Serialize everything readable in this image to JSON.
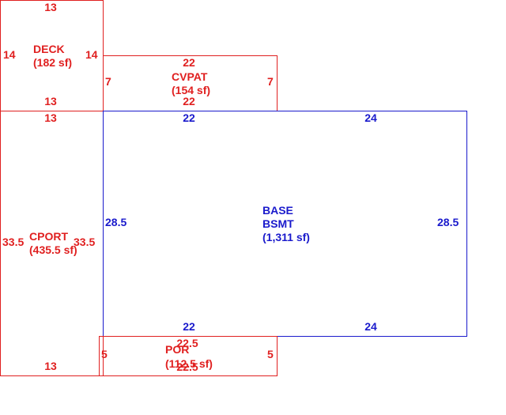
{
  "colors": {
    "red": "#e02020",
    "blue": "#1a1acc"
  },
  "areas": {
    "deck": {
      "name": "DECK",
      "area": "(182 sf)",
      "top": "13",
      "bottom": "13",
      "left": "14",
      "right": "14",
      "color": "red"
    },
    "cvpat": {
      "name": "CVPAT",
      "area": "(154 sf)",
      "top": "22",
      "bottom": "22",
      "left": "7",
      "right": "7",
      "color": "red"
    },
    "cport": {
      "name": "CPORT",
      "area": "(435.5 sf)",
      "top": "13",
      "bottom": "13",
      "left": "33.5",
      "right": "33.5",
      "color": "red"
    },
    "base": {
      "name1": "BASE",
      "name2": "BSMT",
      "area": "(1,311 sf)",
      "top_left": "22",
      "top_right": "24",
      "bottom_left": "22",
      "bottom_right": "24",
      "left": "28.5",
      "right": "28.5",
      "color": "blue"
    },
    "por": {
      "name": "POR",
      "area": "(112.5 sf)",
      "top": "22.5",
      "bottom": "22.5",
      "left": "5",
      "right": "5",
      "color": "red"
    }
  }
}
